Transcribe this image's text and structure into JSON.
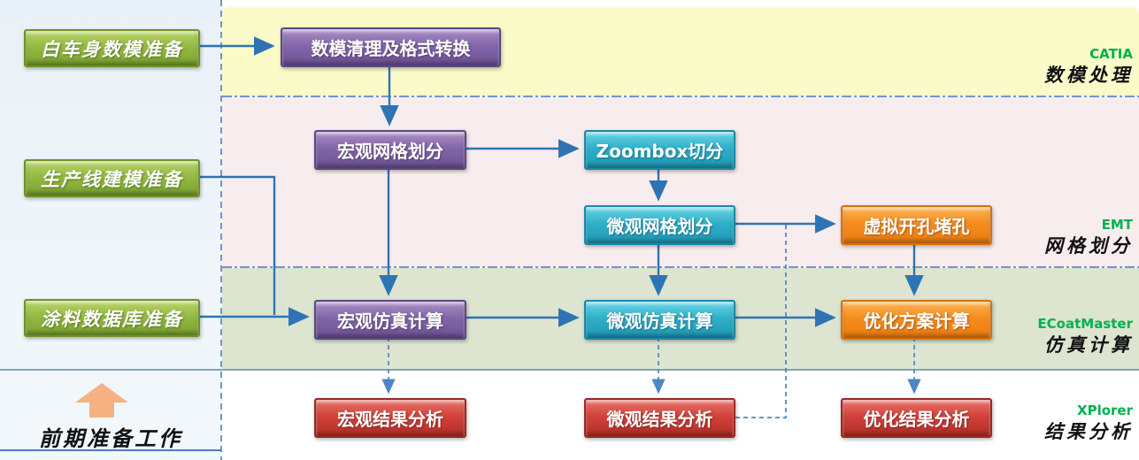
{
  "diagram": {
    "prep_nodes": {
      "biw": "白车身数模准备",
      "prod_line": "生产线建模准备",
      "paint_db": "涂料数据库准备"
    },
    "prep_footer": "前期准备工作",
    "nodes": {
      "clean": "数模清理及格式转换",
      "macro_mesh": "宏观网格划分",
      "zoombox": "Zoombox切分",
      "micro_mesh": "微观网格划分",
      "holes": "虚拟开孔堵孔",
      "macro_sim": "宏观仿真计算",
      "micro_sim": "微观仿真计算",
      "opt_sim": "优化方案计算",
      "macro_res": "宏观结果分析",
      "micro_res": "微观结果分析",
      "opt_res": "优化结果分析"
    },
    "stages": [
      {
        "tool": "CATIA",
        "phase": "数模处理"
      },
      {
        "tool": "EMT",
        "phase": "网格划分"
      },
      {
        "tool": "ECoatMaster",
        "phase": "仿真计算"
      },
      {
        "tool": "XPlorer",
        "phase": "结果分析"
      }
    ],
    "colors": {
      "band_yellow": "#fafbc8",
      "band_pink": "#f8edee",
      "band_green": "#dde4cf",
      "left_panel": "#edf4f9",
      "tool_label_green": "#00b050",
      "node_green": "#8fb73e",
      "node_purple": "#8266a8",
      "node_cyan": "#2fb0cb",
      "node_orange": "#f68c1e",
      "node_red": "#d2423a",
      "connector_blue": "#2e74b5",
      "up_arrow_orange": "#f6b183"
    }
  }
}
